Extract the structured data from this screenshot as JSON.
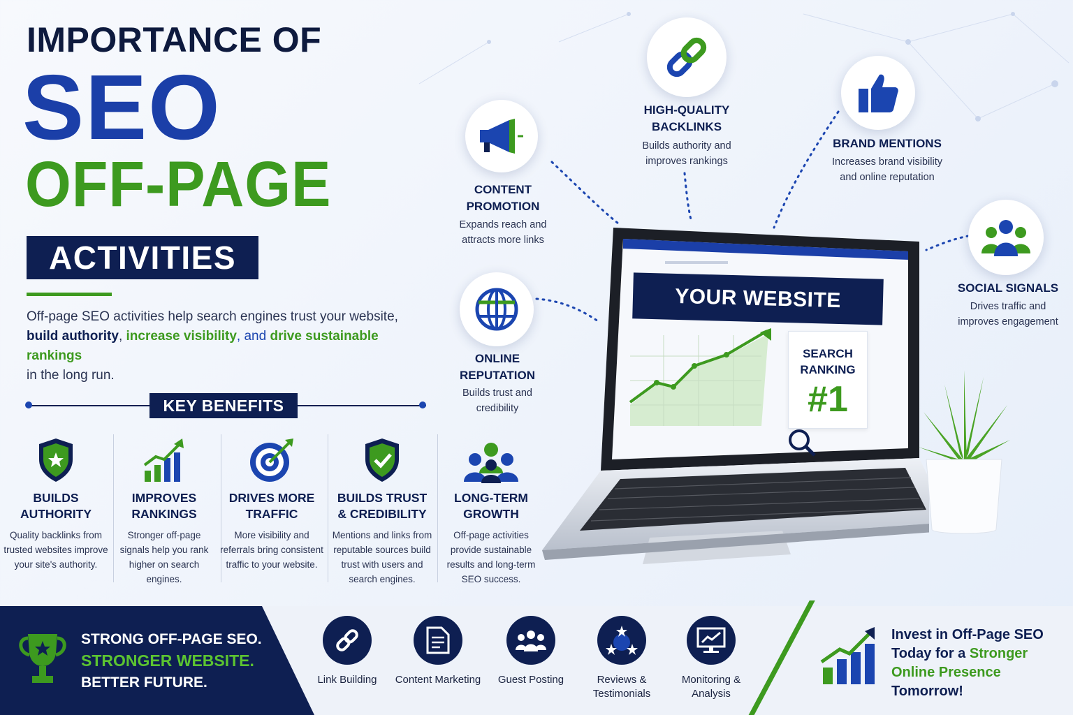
{
  "title": {
    "line1": "IMPORTANCE OF",
    "line2": "SEO",
    "line3": "OFF-PAGE",
    "line4": "ACTIVITIES"
  },
  "intro": {
    "part1": "Off-page SEO activities help search engines trust your website,",
    "part2": "build authority",
    "part3": ", ",
    "part4": "increase visibility",
    "part5": ", and ",
    "part6": "drive sustainable rankings",
    "part7": "in the long run."
  },
  "key_benefits": {
    "title": "KEY BENEFITS",
    "items": [
      {
        "title1": "BUILDS",
        "title2": "AUTHORITY",
        "desc": "Quality backlinks from trusted websites improve your site's authority.",
        "icon": "shield-star-icon"
      },
      {
        "title1": "IMPROVES",
        "title2": "RANKINGS",
        "desc": "Stronger off-page signals help you rank higher on search engines.",
        "icon": "bar-chart-up-icon"
      },
      {
        "title1": "DRIVES MORE",
        "title2": "TRAFFIC",
        "desc": "More visibility and referrals bring consistent traffic to your website.",
        "icon": "target-icon"
      },
      {
        "title1": "BUILDS TRUST",
        "title2": "& CREDIBILITY",
        "desc": "Mentions and links from reputable sources build trust with users and search engines.",
        "icon": "shield-check-icon"
      },
      {
        "title1": "LONG-TERM",
        "title2": "GROWTH",
        "desc": "Off-page activities provide sustainable results and long-term SEO success.",
        "icon": "people-group-icon"
      }
    ]
  },
  "features": {
    "content_promotion": {
      "title1": "CONTENT",
      "title2": "PROMOTION",
      "desc1": "Expands reach and",
      "desc2": "attracts more links"
    },
    "backlinks": {
      "title1": "HIGH-QUALITY",
      "title2": "BACKLINKS",
      "desc1": "Builds authority and",
      "desc2": "improves rankings"
    },
    "brand_mentions": {
      "title1": "BRAND MENTIONS",
      "desc1": "Increases brand visibility",
      "desc2": "and online reputation"
    },
    "social_signals": {
      "title1": "SOCIAL SIGNALS",
      "desc1": "Drives traffic and",
      "desc2": "improves engagement"
    },
    "online_reputation": {
      "title1": "ONLINE",
      "title2": "REPUTATION",
      "desc1": "Builds trust and",
      "desc2": "credibility"
    }
  },
  "laptop": {
    "banner": "YOUR WEBSITE",
    "ranking_label1": "SEARCH",
    "ranking_label2": "RANKING",
    "ranking_value": "#1"
  },
  "bottom": {
    "slogan1": "STRONG OFF-PAGE SEO.",
    "slogan2": "STRONGER WEBSITE.",
    "slogan3": "BETTER FUTURE.",
    "tools": [
      {
        "label1": "Link Building",
        "label2": "",
        "icon": "link-icon"
      },
      {
        "label1": "Content Marketing",
        "label2": "",
        "icon": "document-icon"
      },
      {
        "label1": "Guest Posting",
        "label2": "",
        "icon": "people-icon"
      },
      {
        "label1": "Reviews &",
        "label2": "Testimonials",
        "icon": "stars-icon"
      },
      {
        "label1": "Monitoring &",
        "label2": "Analysis",
        "icon": "monitor-chart-icon"
      }
    ],
    "cta1": "Invest in Off-Page SEO",
    "cta2": "Today for a ",
    "cta3": "Stronger",
    "cta4": "Online Presence",
    "cta5": "Tomorrow!"
  },
  "colors": {
    "navy": "#0e1f52",
    "blue": "#1b45b0",
    "green": "#3d9a1f"
  }
}
